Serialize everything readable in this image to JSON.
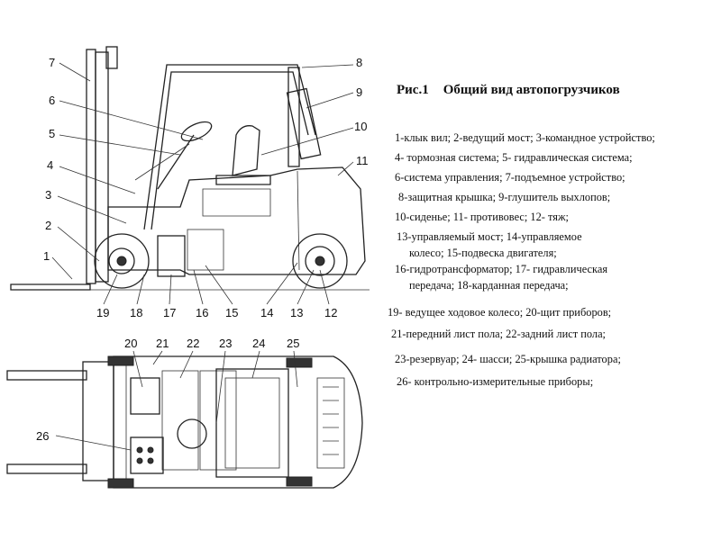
{
  "figure": {
    "label": "Рис.1",
    "title": "Общий вид автопогрузчиков"
  },
  "side_view_numbers": [
    "1",
    "2",
    "3",
    "4",
    "5",
    "6",
    "7",
    "8",
    "9",
    "10",
    "11",
    "12",
    "13",
    "14",
    "15",
    "16",
    "17",
    "18",
    "19"
  ],
  "top_view_numbers": [
    "20",
    "21",
    "22",
    "23",
    "24",
    "25",
    "26"
  ],
  "legend_lines": [
    "1-клык вил; 2-ведущий мост; 3-командное устройство;",
    "4- тормозная система; 5- гидравлическая система;",
    "6-система управления; 7-подъемное устройство;",
    "8-защитная крышка; 9-глушитель выхлопов;",
    "10-сиденье; 11- противовес; 12- тяж;",
    "13-управляемый мост; 14-управляемое",
    "колесо; 15-подвеска двигателя;",
    "16-гидротрансформатор; 17- гидравлическая",
    "передача; 18-карданная передача;",
    "19- ведущее ходовое колесо; 20-щит приборов;",
    "21-передний лист пола; 22-задний лист пола;",
    "23-резервуар; 24- шасси; 25-крышка радиатора;",
    "26- контрольно-измерительные приборы;"
  ]
}
